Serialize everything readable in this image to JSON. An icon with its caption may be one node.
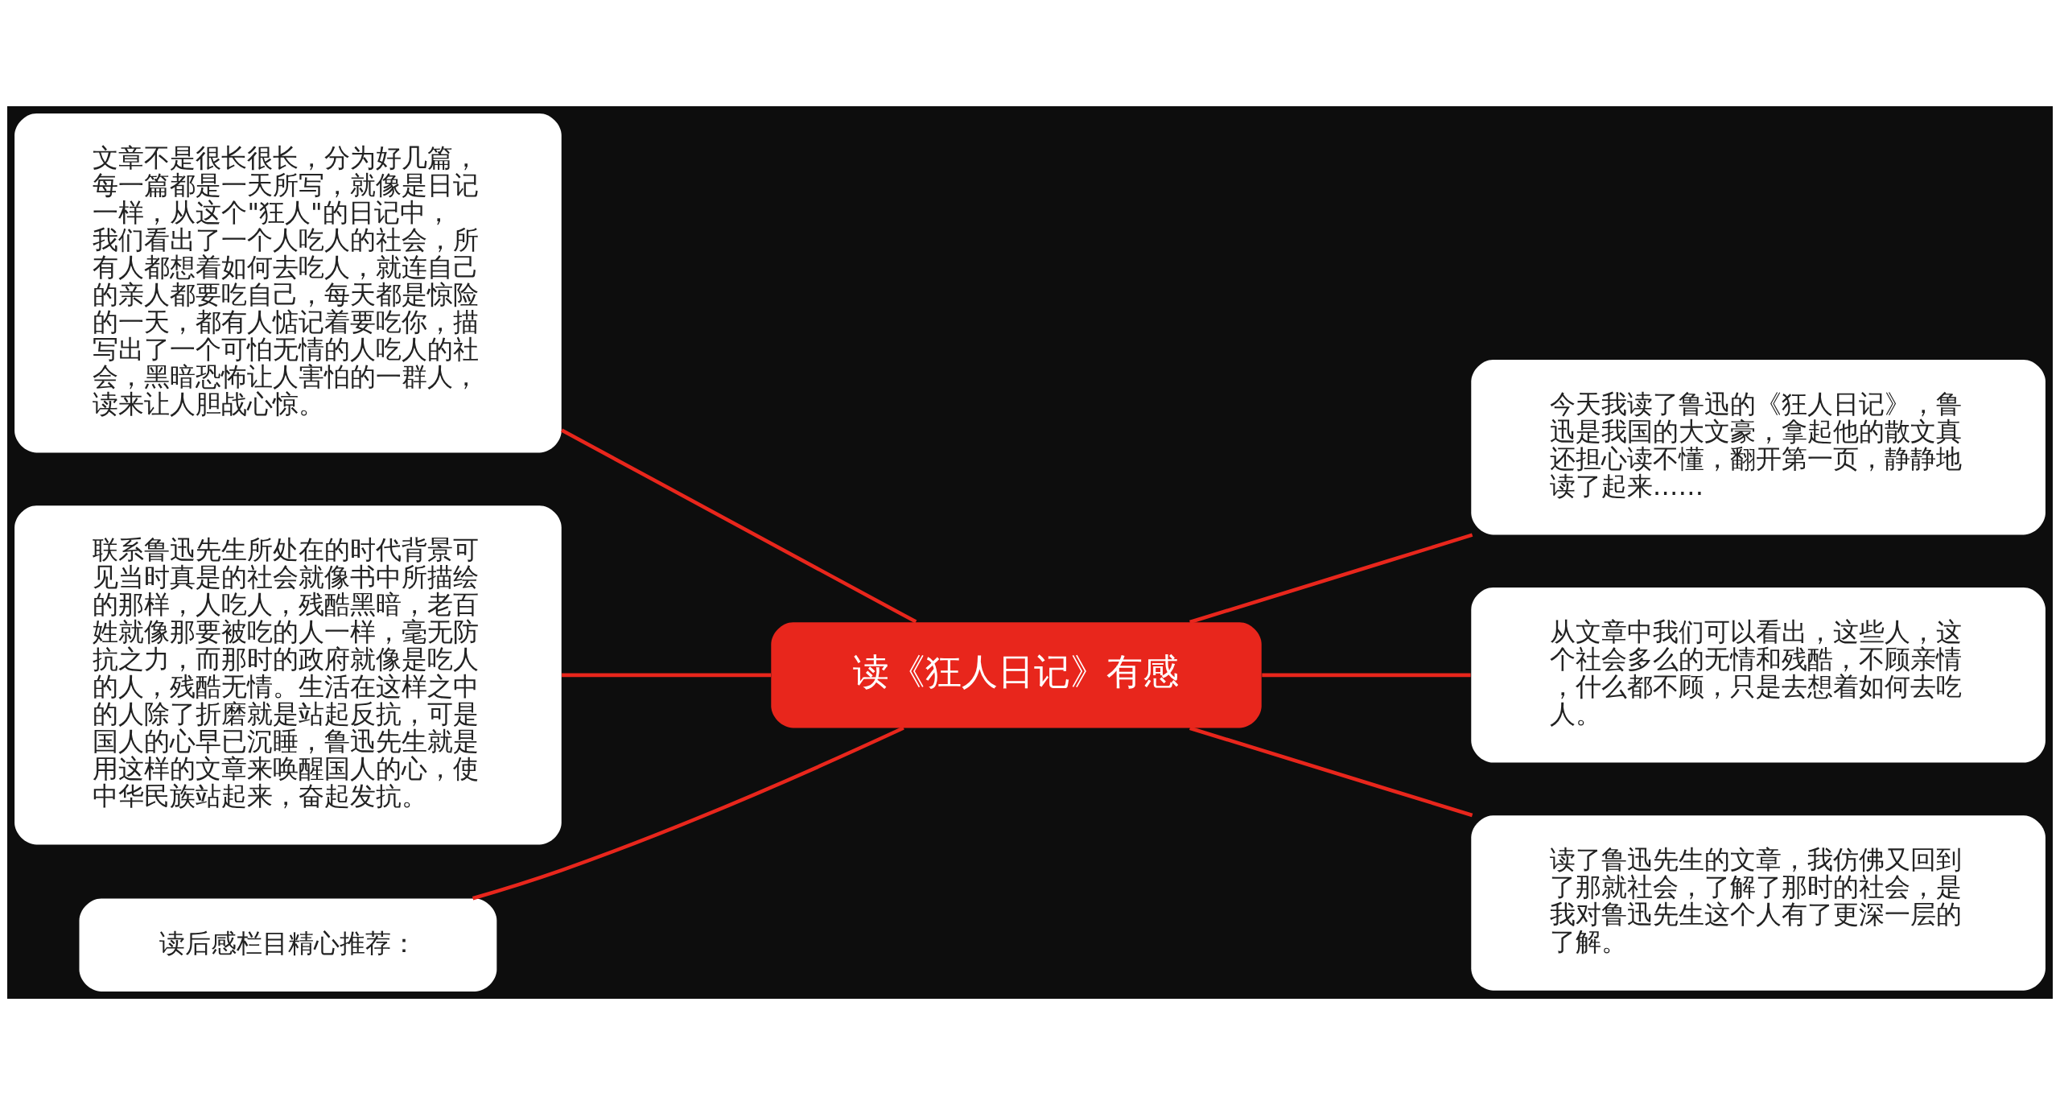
{
  "diagram": {
    "nodes": [
      {
        "text": [
          "读《狂人日记》有感"
        ]
      },
      {
        "text": [
          "文章不是很长很长，分为好几篇，每一篇都是一天所写，就像是日记一样，从这个\"狂人\"的日记中，我们看出了一个人吃人的社会，所有人都想着如何去吃人，就连自己的亲人都要吃自己，每天都是惊险的一天，都有人惦记着要吃你，描写出了一个可怕无情的人吃人的社会，黑暗恐怖让人害怕的一群人，读来让人胆战心惊。"
        ]
      },
      {
        "text": [
          "联系鲁迅先生所处在的时代背景可见当时真是的社会就像书中所描绘的那样，人吃人，残酷黑暗，老百姓就像那要被吃的人一样，毫无防抗之力，而那时的政府就像是吃人的人，残酷无情。生活在这样之中的人除了折磨就是站起反抗，可是国人的心早已沉睡，鲁迅先生就是用这样的文章来唤醒国人的心，使中华民族站起来，奋起发抗。"
        ]
      },
      {
        "text": [
          "读后感栏目精心推荐："
        ]
      },
      {
        "text": [
          "今天我读了鲁迅的《狂人日记》，鲁迅是我国的大文豪，拿起他的散文真还担心读不懂，翻开第一页，静静地读了起来……"
        ]
      },
      {
        "text": [
          "从文章中我们可以看出，这些人，这个社会多么的无情和残酷，不顾亲情，什么都不顾，只是去想着如何去吃人。"
        ]
      },
      {
        "text": [
          "读了鲁迅先生的文章，我仿佛又回到了那就社会，了解了那时的社会，是我对鲁迅先生这个人有了更深一层的了解。"
        ]
      }
    ],
    "edges": [
      {
        "from": 1,
        "to": 0,
        "arrow": "none"
      },
      {
        "from": 2,
        "to": 0,
        "arrow": "none"
      },
      {
        "from": 3,
        "to": 0,
        "arrow": "none"
      },
      {
        "from": 0,
        "to": 4,
        "arrow": "none"
      },
      {
        "from": 0,
        "to": 5,
        "arrow": "none"
      },
      {
        "from": 0,
        "to": 6,
        "arrow": "none"
      }
    ]
  }
}
